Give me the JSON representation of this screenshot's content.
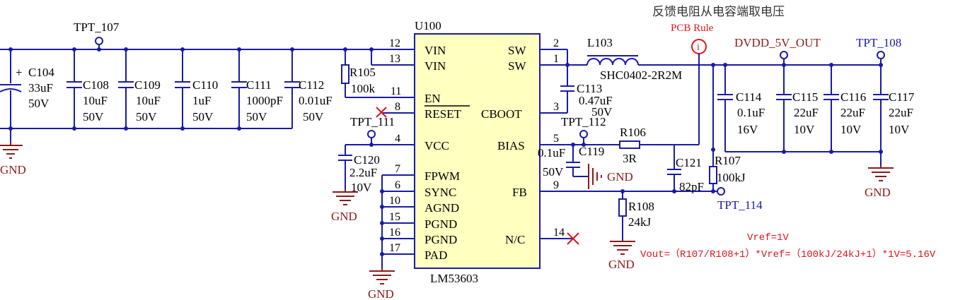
{
  "title": "反馈电阻从电容端取电压",
  "pcb_rule": "PCB Rule",
  "ic": {
    "ref": "U100",
    "part": "LM53603",
    "left_pins": [
      {
        "num": "12",
        "name": "VIN"
      },
      {
        "num": "13",
        "name": "VIN"
      },
      {
        "num": "11",
        "name": "EN"
      },
      {
        "num": "8",
        "name": "RESET"
      },
      {
        "num": "4",
        "name": "VCC"
      },
      {
        "num": "7",
        "name": "FPWM"
      },
      {
        "num": "6",
        "name": "SYNC"
      },
      {
        "num": "10",
        "name": "AGND"
      },
      {
        "num": "15",
        "name": "PGND"
      },
      {
        "num": "16",
        "name": "PGND"
      },
      {
        "num": "17",
        "name": "PAD"
      }
    ],
    "right_pins": [
      {
        "num": "2",
        "name": "SW"
      },
      {
        "num": "1",
        "name": "SW"
      },
      {
        "num": "3",
        "name": "CBOOT"
      },
      {
        "num": "5",
        "name": "BIAS"
      },
      {
        "num": "9",
        "name": "FB"
      },
      {
        "num": "14",
        "name": "N/C"
      }
    ]
  },
  "input_caps": [
    {
      "ref": "C104",
      "value": "33uF",
      "voltage": "50V"
    },
    {
      "ref": "C108",
      "value": "10uF",
      "voltage": "50V"
    },
    {
      "ref": "C109",
      "value": "10uF",
      "voltage": "50V"
    },
    {
      "ref": "C110",
      "value": "1uF",
      "voltage": "50V"
    },
    {
      "ref": "C111",
      "value": "1000pF",
      "voltage": "50V"
    },
    {
      "ref": "C112",
      "value": "0.01uF",
      "voltage": "50V"
    }
  ],
  "output_caps": [
    {
      "ref": "C114",
      "value": "0.1uF",
      "voltage": "16V"
    },
    {
      "ref": "C115",
      "value": "22uF",
      "voltage": "10V"
    },
    {
      "ref": "C116",
      "value": "22uF",
      "voltage": "10V"
    },
    {
      "ref": "C117",
      "value": "22uF",
      "voltage": "10V"
    }
  ],
  "testpoints": {
    "tp107": "TPT_107",
    "tp108": "TPT_108",
    "tp111": "TPT_111",
    "tp112": "TPT_112",
    "tp114": "TPT_114"
  },
  "r105": {
    "ref": "R105",
    "value": "100k"
  },
  "r106": {
    "ref": "R106",
    "value": "3R"
  },
  "r107": {
    "ref": "R107",
    "value": "100kJ"
  },
  "r108": {
    "ref": "R108",
    "value": "24kJ"
  },
  "l103": {
    "ref": "L103",
    "part": "SHC0402-2R2M"
  },
  "c113": {
    "ref": "C113",
    "value": "0.47uF",
    "voltage": "50V"
  },
  "c119": {
    "ref": "C119",
    "value": "0.1uF",
    "voltage": "50V"
  },
  "c120": {
    "ref": "C120",
    "value": "2.2uF",
    "voltage": "10V"
  },
  "c121": {
    "ref": "C121",
    "value": "82pF"
  },
  "net_out": "DVDD_5V_OUT",
  "gnd": "GND",
  "vref": "Vref=1V",
  "formula": "Vout=（R107/R108+1）*Vref=（100kJ/24kJ+1）*1V=5.16V",
  "rule_icon": "i",
  "colors": {
    "wire": "#1a1aa6",
    "ic_fill": "#ffffc0",
    "gnd": "#8b1a1a",
    "note": "#e0161a"
  }
}
